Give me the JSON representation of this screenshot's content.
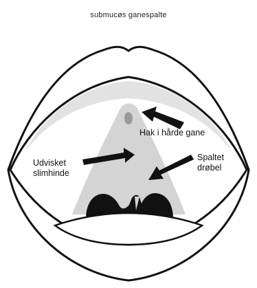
{
  "title": "submucøs ganespalte",
  "labels": {
    "hard_palate_notch": "Hak i hårde gane",
    "blurred_mucosa": "Udvisket\nslimhinde",
    "split_uvula": "Spaltet\ndrøbel"
  },
  "colors": {
    "outline": "#111111",
    "palate_fill": "#d4d4d4",
    "gum_shadow": "#e2e2e2",
    "throat": "#111111",
    "notch": "#9a9a9a",
    "background": "#ffffff"
  }
}
